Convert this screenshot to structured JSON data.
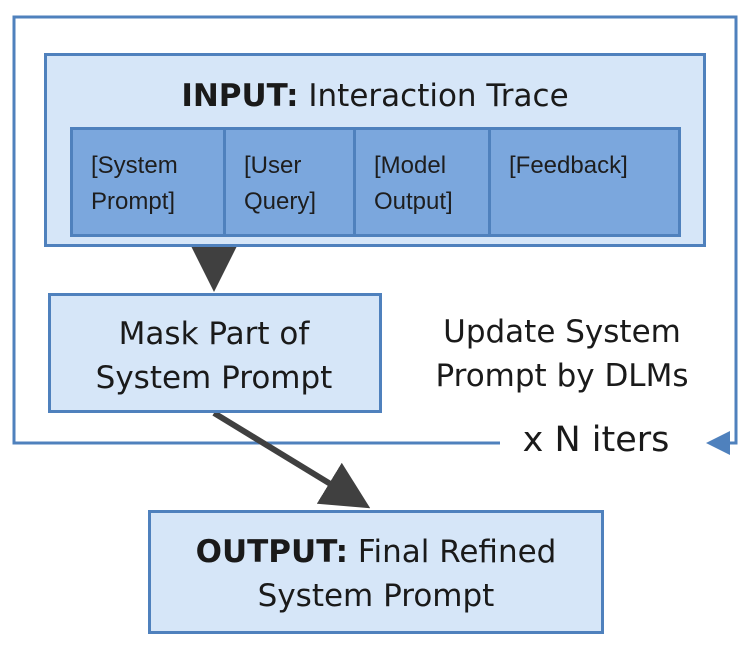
{
  "input": {
    "title_bold": "INPUT:",
    "title_rest": " Interaction Trace",
    "cells": [
      "[System\nPrompt]",
      "[User\nQuery]",
      "[Model\nOutput]",
      "[Feedback]"
    ]
  },
  "mask": {
    "label": "Mask Part of\nSystem Prompt"
  },
  "loop": {
    "update_label": "Update System\nPrompt by DLMs",
    "iters_label": "x N iters"
  },
  "output": {
    "title_bold": "OUTPUT:",
    "title_rest": " Final Refined\nSystem Prompt"
  },
  "colors": {
    "border": "#4f81bd",
    "light_fill": "#d6e6f8",
    "mid_fill": "#7ba7dd",
    "arrow": "#404040"
  }
}
